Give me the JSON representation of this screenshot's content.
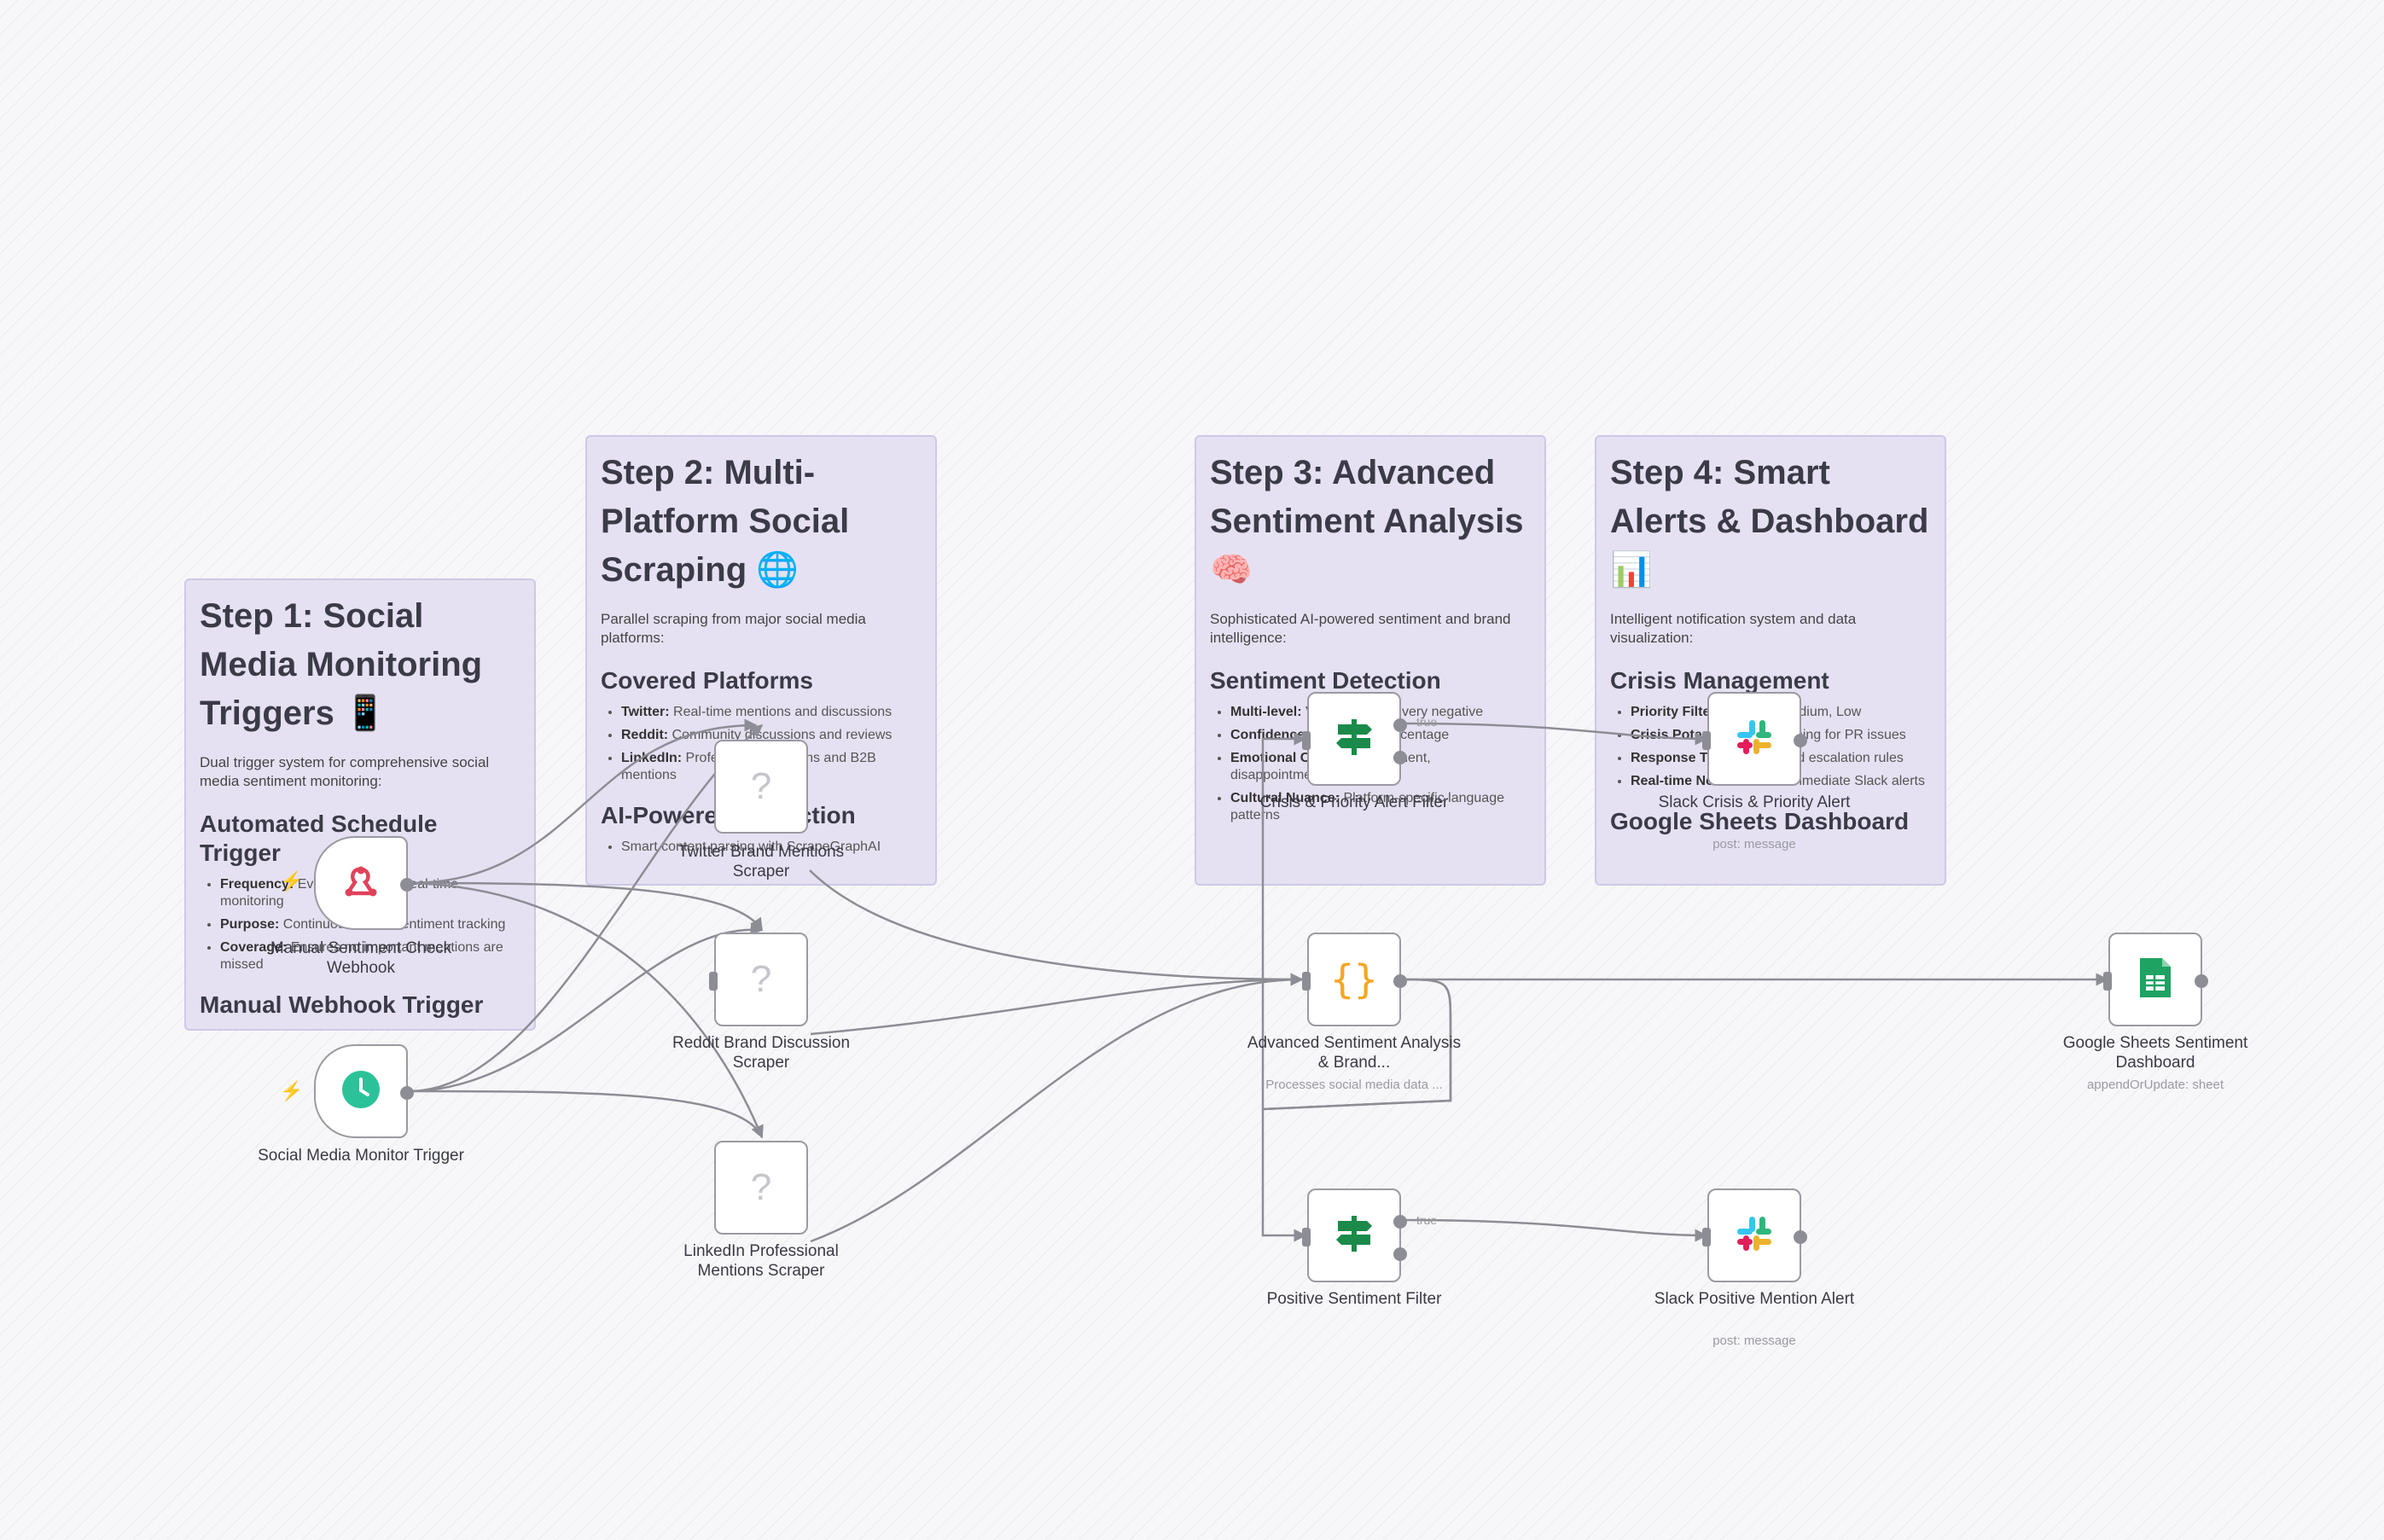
{
  "stickies": {
    "step1": {
      "title": "Step 1: Social Media Monitoring Triggers 📱",
      "intro": "Dual trigger system for comprehensive social media sentiment monitoring:",
      "h2a": "Automated Schedule Trigger",
      "items": [
        {
          "term": "Frequency:",
          "text": " Every 2 hours for real-time monitoring"
        },
        {
          "term": "Purpose:",
          "text": " Continuous brand sentiment tracking"
        },
        {
          "term": "Coverage:",
          "text": " Ensures no important mentions are missed"
        }
      ],
      "h2b": "Manual Webhook Trigger"
    },
    "step2": {
      "title": "Step 2: Multi-Platform Social Scraping 🌐",
      "intro": "Parallel scraping from major social media platforms:",
      "h2a": "Covered Platforms",
      "items": [
        {
          "term": "Twitter:",
          "text": " Real-time mentions and discussions"
        },
        {
          "term": "Reddit:",
          "text": " Community discussions and reviews"
        },
        {
          "term": "LinkedIn:",
          "text": " Professional mentions and B2B mentions"
        }
      ],
      "h2b": "AI-Powered Extraction",
      "items2": [
        {
          "term": "",
          "text": "Smart content parsing with ScrapeGraphAI"
        }
      ]
    },
    "step3": {
      "title": "Step 3: Advanced Sentiment Analysis 🧠",
      "intro": "Sophisticated AI-powered sentiment and brand intelligence:",
      "h2a": "Sentiment Detection",
      "items": [
        {
          "term": "Multi-level:",
          "text": " Very positive to very negative"
        },
        {
          "term": "Confidence:",
          "text": " Probability percentage"
        },
        {
          "term": "Emotional Context:",
          "text": " Excitement, disappointment, sarcasm"
        },
        {
          "term": "Cultural Nuance:",
          "text": " Platform-specific language patterns"
        }
      ]
    },
    "step4": {
      "title": "Step 4: Smart Alerts & Dashboard 📊",
      "intro": "Intelligent notification system and data visualization:",
      "h2a": "Crisis Management",
      "items": [
        {
          "term": "Priority Filtering:",
          "text": " High, Medium, Low"
        },
        {
          "term": "Crisis Potential:",
          "text": " Early warning for PR issues"
        },
        {
          "term": "Response Time:",
          "text": " Automated escalation rules"
        },
        {
          "term": "Real-time Notifications:",
          "text": " Immediate Slack alerts"
        }
      ],
      "h2b": "Google Sheets Dashboard"
    }
  },
  "nodes": {
    "webhook": {
      "label": "Manual Sentiment Check Webhook",
      "icon": "webhook-icon"
    },
    "schedule": {
      "label": "Social Media Monitor Trigger",
      "icon": "clock-icon"
    },
    "twitter": {
      "label": "Twitter Brand Mentions Scraper",
      "icon": "question-icon",
      "glyph": "?"
    },
    "reddit": {
      "label": "Reddit Brand Discussion Scraper",
      "icon": "question-icon",
      "glyph": "?"
    },
    "linkedin": {
      "label": "LinkedIn Professional Mentions Scraper",
      "icon": "question-icon",
      "glyph": "?"
    },
    "analysis": {
      "label": "Advanced Sentiment Analysis & Brand...",
      "sub": "Processes social media data ...",
      "icon": "code-braces-icon",
      "glyph": "{}"
    },
    "crisis_filter": {
      "label": "Crisis & Priority Alert Filter",
      "icon": "filter-signpost-icon"
    },
    "slack_crisis": {
      "label": "Slack Crisis & Priority Alert",
      "sub": "post: message",
      "icon": "slack-icon"
    },
    "sheets": {
      "label": "Google Sheets Sentiment Dashboard",
      "sub": "appendOrUpdate: sheet",
      "icon": "google-sheets-icon"
    },
    "positive_filter": {
      "label": "Positive Sentiment Filter",
      "icon": "filter-signpost-icon"
    },
    "slack_positive": {
      "label": "Slack Positive Mention Alert",
      "sub": "post: message",
      "icon": "slack-icon"
    }
  },
  "edge_labels": {
    "true1": "true",
    "true2": "true"
  },
  "colors": {
    "sticky_bg": "#e6e1f2",
    "edge": "#8d8d95",
    "trigger_bolt": "#ff6d5a",
    "filter_green": "#1a8a4a",
    "code_orange": "#f5a623"
  }
}
